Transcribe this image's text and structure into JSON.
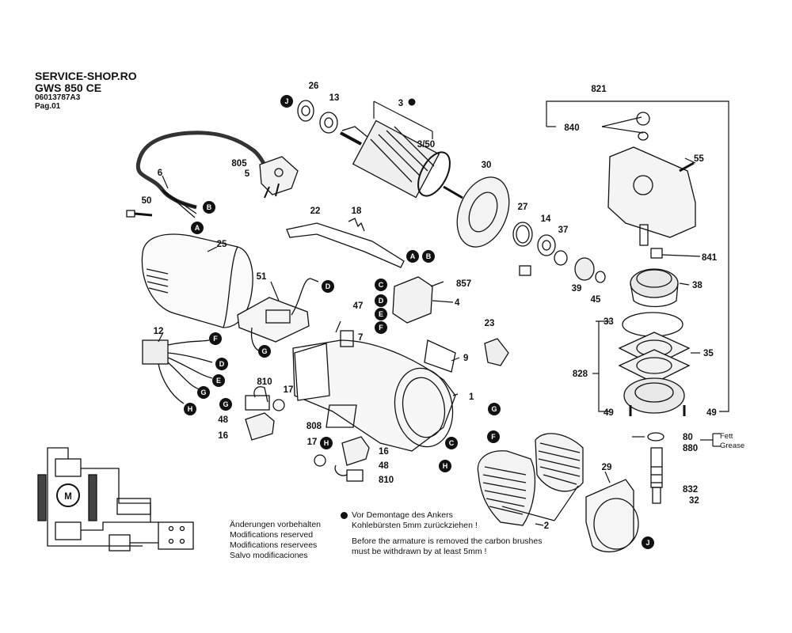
{
  "header": {
    "shop": "SERVICE-SHOP.RO",
    "model": "GWS 850 CE",
    "code": "06013787A3",
    "page": "Pag.01"
  },
  "callouts": {
    "c1": "1",
    "c2": "2",
    "c3": "3",
    "c3_50": "3/50",
    "c4": "4",
    "c5": "5",
    "c6": "6",
    "c7": "7",
    "c9": "9",
    "c12": "12",
    "c13": "13",
    "c14": "14",
    "c16a": "16",
    "c16b": "16",
    "c17a": "17",
    "c17b": "17",
    "c18": "18",
    "c22": "22",
    "c23": "23",
    "c25": "25",
    "c26": "26",
    "c27": "27",
    "c29": "29",
    "c30": "30",
    "c32": "32",
    "c33": "33",
    "c35": "35",
    "c37": "37",
    "c38": "38",
    "c39": "39",
    "c45": "45",
    "c47": "47",
    "c48a": "48",
    "c48b": "48",
    "c49a": "49",
    "c49b": "49",
    "c50": "50",
    "c51": "51",
    "c55": "55",
    "c80": "80",
    "c805": "805",
    "c808": "808",
    "c810a": "810",
    "c810b": "810",
    "c821": "821",
    "c828": "828",
    "c832": "832",
    "c840": "840",
    "c841": "841",
    "c857": "857",
    "c880": "880"
  },
  "connectors": {
    "A": "A",
    "B": "B",
    "C": "C",
    "D": "D",
    "E": "E",
    "F": "F",
    "G": "G",
    "H": "H",
    "J": "J"
  },
  "notes": {
    "change_de": "Änderungen vorbehalten",
    "change_en": "Modifications reserved",
    "change_fr": "Modifications reservees",
    "change_es": "Salvo modificaciones",
    "warn_de1": "Vor Demontage des Ankers",
    "warn_de2": "Kohlebürsten 5mm zurückziehen !",
    "warn_en1": "Before the armature is removed the carbon brushes",
    "warn_en2": "must be withdrawn by at least 5mm !",
    "fett": "Fett",
    "grease": "Grease"
  },
  "schematic": {
    "motor_label": "M"
  }
}
